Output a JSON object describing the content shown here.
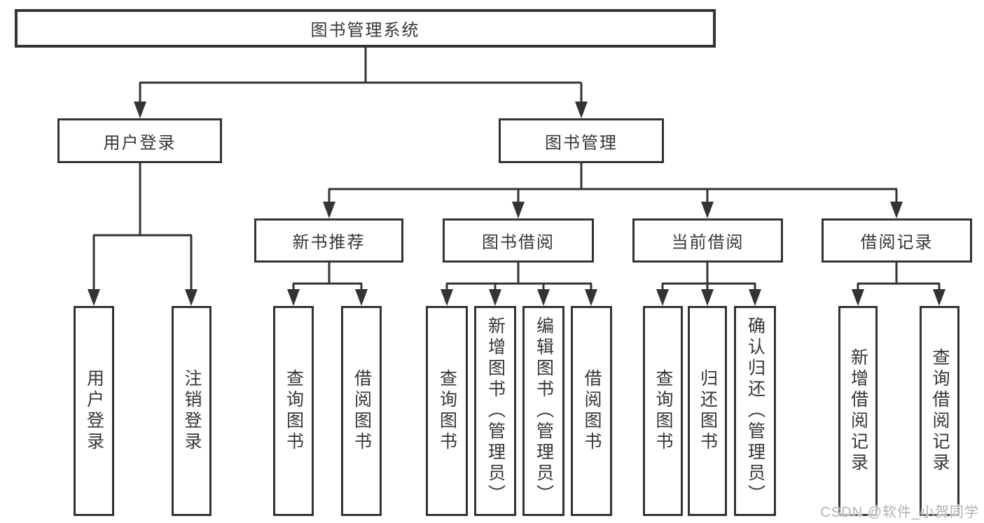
{
  "diagram": {
    "title": "图书管理系统",
    "root": {
      "label": "图书管理系统"
    },
    "level2": [
      {
        "id": "user-login",
        "label": "用户登录"
      },
      {
        "id": "book-management",
        "label": "图书管理"
      }
    ],
    "level3": [
      {
        "id": "new-book-recommend",
        "label": "新书推荐"
      },
      {
        "id": "book-borrow",
        "label": "图书借阅"
      },
      {
        "id": "current-borrow",
        "label": "当前借阅"
      },
      {
        "id": "borrow-records",
        "label": "借阅记录"
      }
    ],
    "leaves": {
      "user_login": [
        "用户登录",
        "注销登录"
      ],
      "new_book_recommend": [
        "查询图书",
        "借阅图书"
      ],
      "book_borrow": [
        "查询图书",
        "新增图书（管理员）",
        "编辑图书（管理员）",
        "借阅图书"
      ],
      "current_borrow": [
        "查询图书",
        "归还图书",
        "确认归还（管理员）"
      ],
      "borrow_records": [
        "新增借阅记录",
        "查询借阅记录"
      ]
    }
  },
  "watermark": {
    "text": "CSDN @软件_小贺同学"
  },
  "colors": {
    "line": "#333333",
    "text": "#363636",
    "background": "#ffffff",
    "watermark": "#b3b1b1"
  }
}
